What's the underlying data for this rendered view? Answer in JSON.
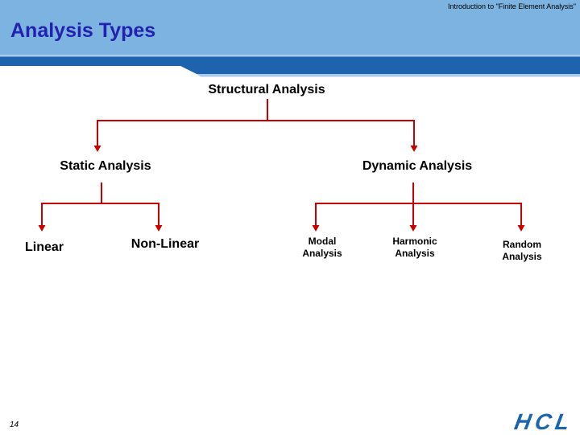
{
  "slide": {
    "header": {
      "top_right_text": "Introduction to \"Finite Element Analysis\"",
      "title": "Analysis Types"
    },
    "diagram": {
      "root": {
        "label": "Structural Analysis"
      },
      "level2": [
        {
          "label": "Static Analysis"
        },
        {
          "label": "Dynamic Analysis"
        }
      ],
      "static_children": [
        {
          "label": "Linear"
        },
        {
          "label": "Non-Linear"
        }
      ],
      "dynamic_children": [
        {
          "label": "Modal Analysis"
        },
        {
          "label": "Harmonic Analysis"
        },
        {
          "label": "Random Analysis"
        }
      ]
    },
    "footer": {
      "page_number": "14",
      "logo_text": "HCL"
    },
    "colors": {
      "header_bg": "#7CB3E1",
      "header_band": "#1E63AE",
      "band_underline": "#A9CBEA",
      "title_text": "#2222AE",
      "connector": "#C80000",
      "node_text": "#000000",
      "logo": "#1B64AE"
    }
  }
}
